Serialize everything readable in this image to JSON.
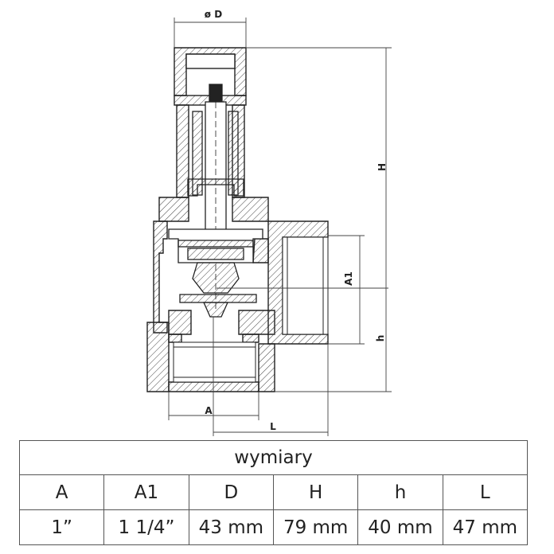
{
  "drawing": {
    "labels": {
      "diameter": "ø D",
      "height_total": "H",
      "height_lower": "h",
      "outlet_thread": "A1",
      "inlet_thread": "A",
      "length": "L"
    }
  },
  "table": {
    "title": "wymiary",
    "headers": [
      "A",
      "A1",
      "D",
      "H",
      "h",
      "L"
    ],
    "values": [
      "1”",
      "1 1/4”",
      "43 mm",
      "79 mm",
      "40 mm",
      "47 mm"
    ]
  }
}
